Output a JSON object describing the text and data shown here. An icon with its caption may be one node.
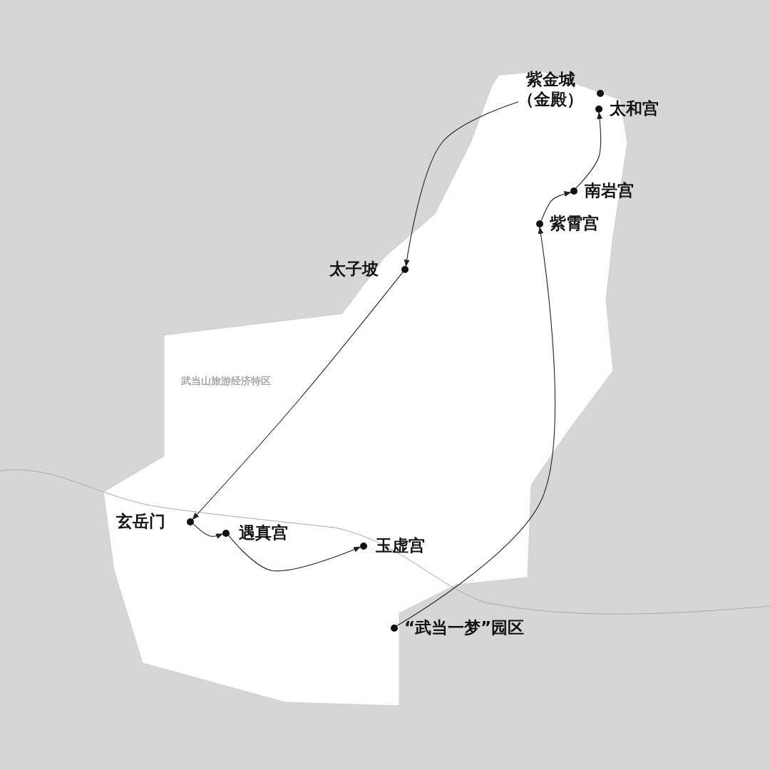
{
  "diagram": {
    "nodes": [
      {
        "text": [],
        "shape": "circle",
        "beside": [
          "紫金城（金殿）"
        ]
      },
      {
        "text": [],
        "shape": "circle",
        "beside": [
          "太和宫"
        ]
      },
      {
        "text": [],
        "shape": "circle",
        "beside": [
          "南岩宫"
        ]
      },
      {
        "text": [],
        "shape": "circle",
        "beside": [
          "紫霄宫"
        ]
      },
      {
        "text": [],
        "shape": "circle",
        "beside": [
          "太子坡"
        ]
      },
      {
        "text": [],
        "shape": "circle",
        "beside": [
          "玄岳门"
        ]
      },
      {
        "text": [],
        "shape": "circle",
        "beside": [
          "遇真宫"
        ]
      },
      {
        "text": [],
        "shape": "circle",
        "beside": [
          "玉虚宫"
        ]
      },
      {
        "text": [],
        "shape": "circle",
        "beside": [
          "“武当一梦”园区"
        ]
      }
    ],
    "edges": [
      {
        "from": 0,
        "to": 4,
        "arrow": "to"
      },
      {
        "from": 4,
        "to": 5,
        "arrow": "to"
      },
      {
        "from": 5,
        "to": 6,
        "arrow": "to"
      },
      {
        "from": 6,
        "to": 7,
        "arrow": "to"
      },
      {
        "from": 8,
        "to": 3,
        "arrow": "to"
      },
      {
        "from": 3,
        "to": 2,
        "arrow": "to"
      },
      {
        "from": 2,
        "to": 1,
        "arrow": "to"
      }
    ],
    "labels": [
      "武当山旅游经济特区"
    ]
  }
}
